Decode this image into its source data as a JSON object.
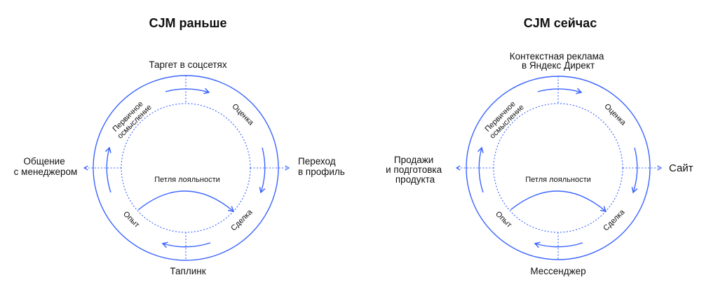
{
  "diagrams": [
    {
      "title": "CJM раньше",
      "top": [
        "Таргет в соцсетях"
      ],
      "bottom": "Таплинк",
      "left": [
        "Общение",
        "с менеджером"
      ],
      "right": [
        "Переход",
        "в профиль"
      ],
      "stages": {
        "first_1": "Первичное",
        "first_2": "осмысление",
        "evaluate": "Оценка",
        "deal": "Сделка",
        "experience": "Опыт"
      },
      "loop": "Петля лояльности"
    },
    {
      "title": "CJM сейчас",
      "top": [
        "Контекстная реклама",
        "в Яндекс Директ"
      ],
      "bottom": "Мессенджер",
      "left": [
        "Продажи",
        "и подготовка",
        "продукта"
      ],
      "right": [
        "Сайт"
      ],
      "stages": {
        "first_1": "Первичное",
        "first_2": "осмысление",
        "evaluate": "Оценка",
        "deal": "Сделка",
        "experience": "Опыт"
      },
      "loop": "Петля лояльности"
    }
  ],
  "colors": {
    "accent": "#3a64ff",
    "text": "#111111"
  }
}
